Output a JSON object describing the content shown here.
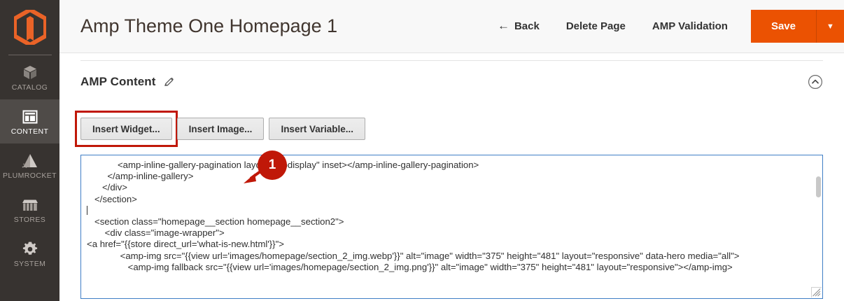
{
  "sidebar": {
    "logo": "magento-logo",
    "items": [
      {
        "label": "CATALOG",
        "icon": "box-icon",
        "active": false
      },
      {
        "label": "CONTENT",
        "icon": "layout-panel-icon",
        "active": true
      },
      {
        "label": "PLUMROCKET",
        "icon": "pyramid-icon",
        "active": false
      },
      {
        "label": "STORES",
        "icon": "storefront-icon",
        "active": false
      },
      {
        "label": "SYSTEM",
        "icon": "gear-icon",
        "active": false
      }
    ]
  },
  "header": {
    "title": "Amp Theme One Homepage 1",
    "back_label": "Back",
    "back_arrow": "←",
    "delete_label": "Delete Page",
    "validation_label": "AMP Validation",
    "save_label": "Save",
    "save_caret": "▼"
  },
  "section": {
    "title": "AMP Content",
    "edit_icon": "pencil-icon",
    "collapse_icon": "chevron-up-circle-icon"
  },
  "toolbar": {
    "insert_widget": "Insert Widget...",
    "insert_image": "Insert Image...",
    "insert_variable": "Insert Variable..."
  },
  "callout": {
    "number": "1"
  },
  "editor": {
    "code_part1": "            <amp-inline-gallery-pagination layout=\"nodisplay\" inset></amp-inline-gallery-pagination>\n        </amp-inline-gallery>\n      </div>\n   </section>\n",
    "code_part2": "\n   <section class=\"homepage__section homepage__section2\">\n       <div class=\"image-wrapper\">\n<a href=\"{{store direct_url='what-is-new.html'}}\">\n             <amp-img src=\"{{view url='images/homepage/section_2_img.webp'}}\" alt=\"image\" width=\"375\" height=\"481\" layout=\"responsive\" data-hero media=\"all\">\n                <amp-img fallback src=\"{{view url='images/homepage/section_2_img.png'}}\" alt=\"image\" width=\"375\" height=\"481\" layout=\"responsive\"></amp-img>"
  },
  "colors": {
    "accent_orange": "#eb5202",
    "callout_red": "#c01808",
    "sidebar_bg": "#373330",
    "focus_blue": "#3f7ec6"
  }
}
